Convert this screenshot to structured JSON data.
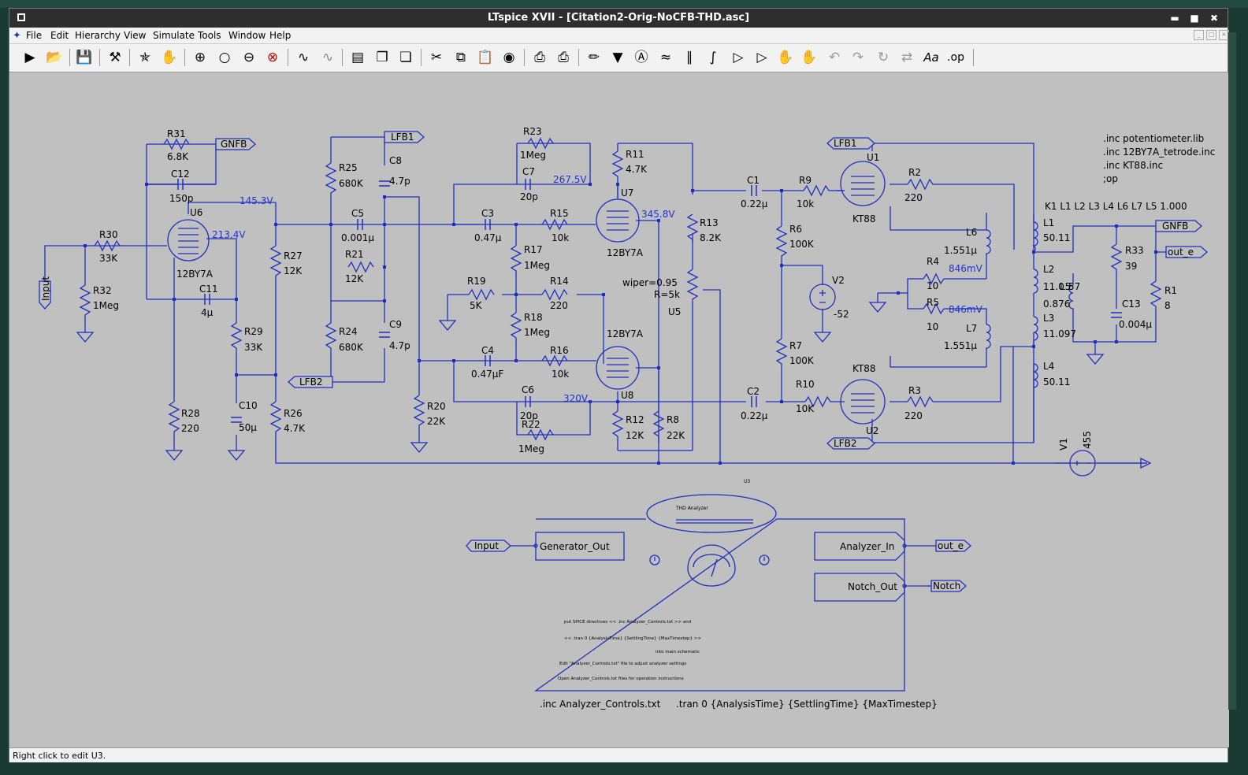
{
  "window": {
    "title": "LTspice XVII - [Citation2-Orig-NoCFB-THD.asc]"
  },
  "menu": [
    "File",
    "Edit",
    "Hierarchy",
    "View",
    "Simulate",
    "Tools",
    "Window",
    "Help"
  ],
  "toolbar": {
    "icons": [
      "run-icon",
      "open-icon",
      "save-icon",
      "control-panel-icon",
      "probe-icon",
      "pan-icon",
      "zoom-in-icon",
      "zoom-fit-icon",
      "zoom-out-icon",
      "cancel-zoom-icon",
      "waveform-icon",
      "waveform-alt-icon",
      "tile-icon",
      "cascade-icon",
      "close-windows-icon",
      "cut-icon",
      "copy-icon",
      "paste-icon",
      "find-icon",
      "print-icon",
      "print-preview-icon",
      "draw-wire-icon",
      "ground-icon",
      "label-icon",
      "resistor-icon",
      "capacitor-icon",
      "inductor-icon",
      "diode-icon",
      "component-icon",
      "move-icon",
      "drag-icon",
      "undo-icon",
      "redo-icon",
      "rotate-icon",
      "mirror-icon",
      "text-icon",
      "spice-directive-icon"
    ],
    "text_label": "Aa",
    "op_label": ".op"
  },
  "schematic": {
    "directives": [
      ".inc potentiometer.lib",
      ".inc 12BY7A_tetrode.inc",
      ".inc KT88.inc",
      ";op"
    ],
    "coupling": "K1 L1 L2 L3 L4  L6 L7  L5  1.000",
    "voltages": [
      "145.3V",
      "213.4V",
      "267.5V",
      "345.8V",
      "320V",
      "846mV",
      "846mV"
    ],
    "labels": {
      "gnfb1": "GNFB",
      "gnfb2": "GNFB",
      "lfb1a": "LFB1",
      "lfb1b": "LFB1",
      "lfb2a": "LFB2",
      "lfb2b": "LFB2",
      "input": "Input",
      "out_e": "out_e",
      "input2": "Input",
      "out_e2": "out_e",
      "notch": "Notch"
    },
    "components": {
      "R31": "6.8K",
      "C12": "150p",
      "R30": "33K",
      "R32": "1Meg",
      "U6": "12BY7A",
      "C11": "4μ",
      "R29": "33K",
      "R28": "220",
      "C10": "50μ",
      "R27": "12K",
      "R26": "4.7K",
      "R25": "680K",
      "C8": "4.7p",
      "C5": "0.001μ",
      "R21": "12K",
      "R24": "680K",
      "C9": "4.7p",
      "R20": "22K",
      "R23": "1Meg",
      "C7": "20p",
      "C3": "0.47μ",
      "R15": "10k",
      "R17": "1Meg",
      "R19": "5K",
      "R14": "220",
      "R18": "1Meg",
      "C4": "0.47μF",
      "R16": "10k",
      "C6": "20p",
      "R22": "1Meg",
      "R11": "4.7K",
      "U7": "12BY7A",
      "U8": "12BY7A",
      "R12": "12K",
      "R8": "22K",
      "R13": "8.2K",
      "U5": "U5",
      "C1": "0.22μ",
      "R9": "10k",
      "R6": "100K",
      "V2": "-52",
      "R7": "100K",
      "C2": "0.22μ",
      "R10": "10K",
      "U1": "KT88",
      "U2": "KT88",
      "R2": "220",
      "R3": "220",
      "L6": "1.551μ",
      "L7": "1.551μ",
      "R4": "10",
      "R5": "10",
      "L1": "50.11",
      "L2": "11.0",
      "L3": "11.097",
      "L4": "50.11",
      "L5val": "57",
      "Lmid": "0.876",
      "R33": "39",
      "C13": "0.004μ",
      "R1": "8",
      "V1": "455"
    },
    "wiper": "wiper=0.95",
    "rpot": "R=5k",
    "analyzer": {
      "ref": "U3",
      "title": "THD Analyzer",
      "gen": "Generator_Out",
      "ain": "Analyzer_In",
      "nout": "Notch_Out",
      "notes": [
        "put SPICE directives << .inc Analyzer_Controls.txt >> and",
        "<< .tran 0 {AnalysisTime} {SettlingTime} {MaxTimestep} >>",
        "into main schematic",
        "Edit \"Analyzer_Controls.txt\" file to adjust analyzer settings",
        "Open Analyzer_Controls.txt files for operation instructions"
      ]
    },
    "bottom_directives": [
      ".inc Analyzer_Controls.txt",
      ".tran 0 {AnalysisTime} {SettlingTime} {MaxTimestep}"
    ]
  },
  "status": "Right click to edit U3.",
  "colors": {
    "wire": "#1f2fbf",
    "canvas": "#c0c0c0",
    "voltage": "#2233cc"
  }
}
